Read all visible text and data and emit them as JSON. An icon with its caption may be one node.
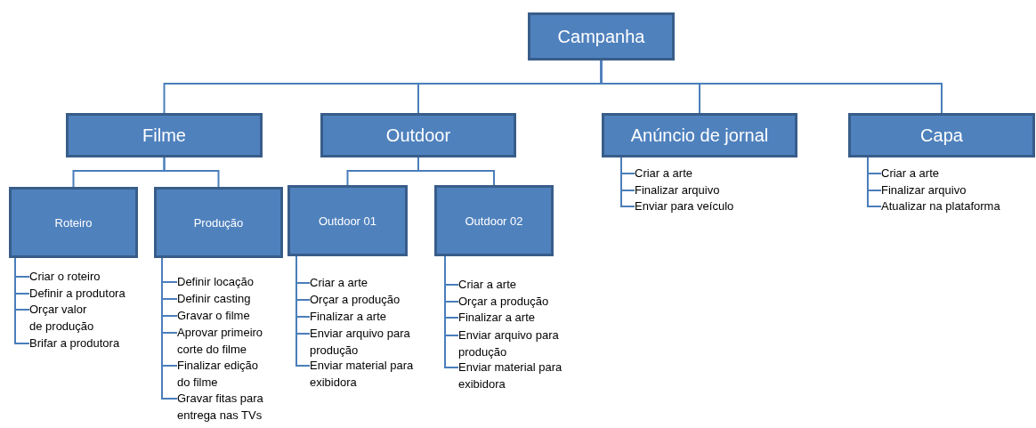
{
  "diagram": {
    "nodes": [
      {
        "text": [
          "Campanha"
        ]
      },
      {
        "text": [
          "Filme"
        ]
      },
      {
        "text": [
          "Outdoor"
        ]
      },
      {
        "text": [
          "Anúncio de jornal"
        ]
      },
      {
        "text": [
          "Capa"
        ]
      },
      {
        "text": [
          "Roteiro"
        ]
      },
      {
        "text": [
          "Produção"
        ]
      },
      {
        "text": [
          "Outdoor  01"
        ]
      },
      {
        "text": [
          "Outdoor  02"
        ]
      },
      {
        "text": [
          "Criar o roteiro"
        ]
      },
      {
        "text": [
          "Definir a produtora"
        ]
      },
      {
        "text": [
          "Orçar valor de produção"
        ]
      },
      {
        "text": [
          "Brifar a produtora"
        ]
      },
      {
        "text": [
          "Definir locação"
        ]
      },
      {
        "text": [
          "Definir casting"
        ]
      },
      {
        "text": [
          "Gravar  o filme"
        ]
      },
      {
        "text": [
          "Aprovar primeiro corte do filme"
        ]
      },
      {
        "text": [
          "Finalizar edição do filme"
        ]
      },
      {
        "text": [
          "Gravar fitas para entrega nas TVs"
        ]
      },
      {
        "text": [
          "Criar a arte"
        ]
      },
      {
        "text": [
          "Orçar a produção"
        ]
      },
      {
        "text": [
          "Finalizar a arte"
        ]
      },
      {
        "text": [
          "Enviar arquivo para produção"
        ]
      },
      {
        "text": [
          "Enviar material para exibidora"
        ]
      },
      {
        "text": [
          "Criar a arte"
        ]
      },
      {
        "text": [
          "Orçar a produção"
        ]
      },
      {
        "text": [
          "Finalizar a arte"
        ]
      },
      {
        "text": [
          "Enviar arquivo para produção"
        ]
      },
      {
        "text": [
          "Enviar material para exibidora"
        ]
      },
      {
        "text": [
          "Criar a arte"
        ]
      },
      {
        "text": [
          "Finalizar arquivo"
        ]
      },
      {
        "text": [
          "Enviar para veículo"
        ]
      },
      {
        "text": [
          "Criar a arte"
        ]
      },
      {
        "text": [
          "Finalizar arquivo"
        ]
      },
      {
        "text": [
          "Atualizar  na plataforma"
        ]
      }
    ],
    "edges": [
      {
        "from": 0,
        "to": 1,
        "arrow": "none"
      },
      {
        "from": 0,
        "to": 2,
        "arrow": "none"
      },
      {
        "from": 0,
        "to": 3,
        "arrow": "none"
      },
      {
        "from": 0,
        "to": 4,
        "arrow": "none"
      },
      {
        "from": 1,
        "to": 5,
        "arrow": "none"
      },
      {
        "from": 1,
        "to": 6,
        "arrow": "none"
      },
      {
        "from": 2,
        "to": 7,
        "arrow": "none"
      },
      {
        "from": 2,
        "to": 8,
        "arrow": "none"
      },
      {
        "from": 5,
        "to": 9,
        "arrow": "none"
      },
      {
        "from": 5,
        "to": 10,
        "arrow": "none"
      },
      {
        "from": 5,
        "to": 11,
        "arrow": "none"
      },
      {
        "from": 5,
        "to": 12,
        "arrow": "none"
      },
      {
        "from": 6,
        "to": 13,
        "arrow": "none"
      },
      {
        "from": 6,
        "to": 14,
        "arrow": "none"
      },
      {
        "from": 6,
        "to": 15,
        "arrow": "none"
      },
      {
        "from": 6,
        "to": 16,
        "arrow": "none"
      },
      {
        "from": 6,
        "to": 17,
        "arrow": "none"
      },
      {
        "from": 6,
        "to": 18,
        "arrow": "none"
      },
      {
        "from": 7,
        "to": 19,
        "arrow": "none"
      },
      {
        "from": 7,
        "to": 20,
        "arrow": "none"
      },
      {
        "from": 7,
        "to": 21,
        "arrow": "none"
      },
      {
        "from": 7,
        "to": 22,
        "arrow": "none"
      },
      {
        "from": 7,
        "to": 23,
        "arrow": "none"
      },
      {
        "from": 8,
        "to": 24,
        "arrow": "none"
      },
      {
        "from": 8,
        "to": 25,
        "arrow": "none"
      },
      {
        "from": 8,
        "to": 26,
        "arrow": "none"
      },
      {
        "from": 8,
        "to": 27,
        "arrow": "none"
      },
      {
        "from": 8,
        "to": 28,
        "arrow": "none"
      },
      {
        "from": 3,
        "to": 29,
        "arrow": "none"
      },
      {
        "from": 3,
        "to": 30,
        "arrow": "none"
      },
      {
        "from": 3,
        "to": 31,
        "arrow": "none"
      },
      {
        "from": 4,
        "to": 32,
        "arrow": "none"
      },
      {
        "from": 4,
        "to": 33,
        "arrow": "none"
      },
      {
        "from": 4,
        "to": 34,
        "arrow": "none"
      }
    ]
  }
}
